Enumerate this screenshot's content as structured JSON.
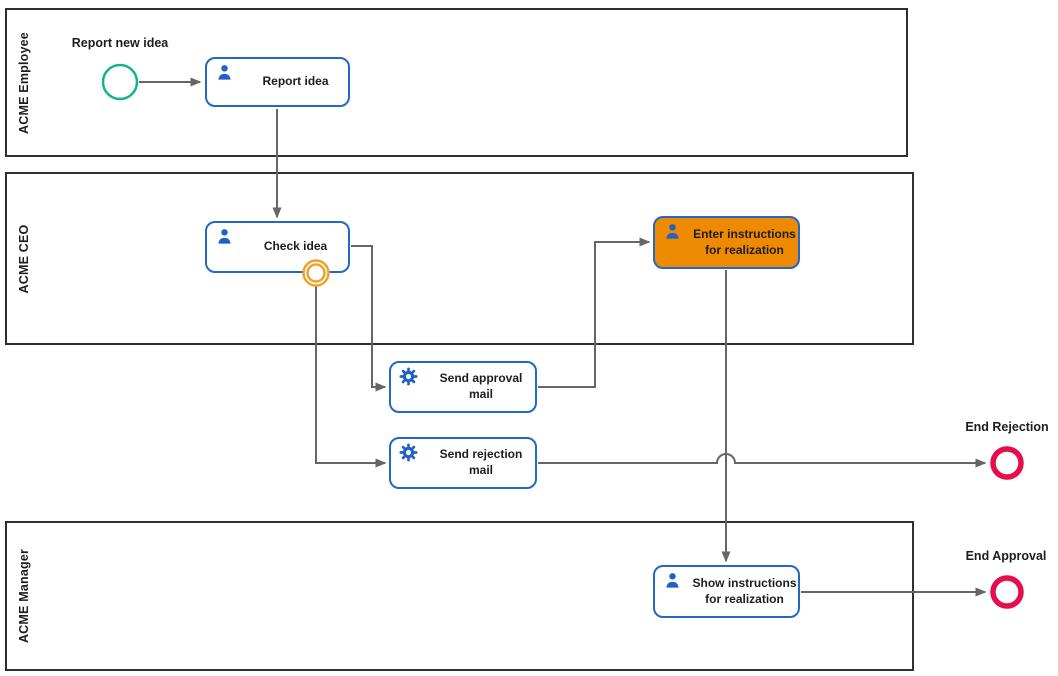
{
  "lanes": [
    {
      "id": "acme-employee",
      "label": "ACME Employee"
    },
    {
      "id": "acme-ceo",
      "label": "ACME CEO"
    },
    {
      "id": "acme-manager",
      "label": "ACME Manager"
    }
  ],
  "tasks": [
    {
      "id": "report-idea",
      "label": "Report idea",
      "type": "user-task",
      "icon": "user-icon",
      "highlighted": false
    },
    {
      "id": "check-idea",
      "label": "Check idea",
      "type": "user-task",
      "icon": "user-icon",
      "highlighted": false
    },
    {
      "id": "send-approval-mail",
      "label": "Send approval mail",
      "type": "service-task",
      "icon": "gear-icon",
      "highlighted": false
    },
    {
      "id": "send-rejection-mail",
      "label": "Send rejection mail",
      "type": "service-task",
      "icon": "gear-icon",
      "highlighted": false
    },
    {
      "id": "enter-instructions-for-realization",
      "label": "Enter instructions for realization",
      "type": "user-task",
      "icon": "user-icon",
      "highlighted": true
    },
    {
      "id": "show-instructions-for-realization",
      "label": "Show instructions for realization",
      "type": "user-task",
      "icon": "user-icon",
      "highlighted": false
    }
  ],
  "events": [
    {
      "id": "start-event",
      "label": "Report new idea",
      "type": "start-event"
    },
    {
      "id": "boundary-event",
      "label": "",
      "type": "boundary-event",
      "attached_to": "check-idea"
    },
    {
      "id": "end-rejection",
      "label": "End Rejection",
      "type": "end-event"
    },
    {
      "id": "end-approval",
      "label": "End Approval",
      "type": "end-event"
    }
  ],
  "flows": [
    {
      "from": "start-event",
      "to": "report-idea"
    },
    {
      "from": "report-idea",
      "to": "check-idea"
    },
    {
      "from": "check-idea",
      "to": "send-approval-mail"
    },
    {
      "from": "boundary-event",
      "to": "send-rejection-mail"
    },
    {
      "from": "send-approval-mail",
      "to": "enter-instructions-for-realization"
    },
    {
      "from": "enter-instructions-for-realization",
      "to": "show-instructions-for-realization"
    },
    {
      "from": "send-rejection-mail",
      "to": "end-rejection"
    },
    {
      "from": "show-instructions-for-realization",
      "to": "end-approval"
    }
  ],
  "colors": {
    "task_border_blue": "#2368c8",
    "icon_blue": "#1f61c4",
    "highlight_orange": "#ED8A00",
    "boundary_amber": "#EBA32A",
    "start_green": "#16B28A",
    "end_red": "#E50D4D",
    "flow_gray": "#666666",
    "lane_border": "#2f2f2f"
  }
}
